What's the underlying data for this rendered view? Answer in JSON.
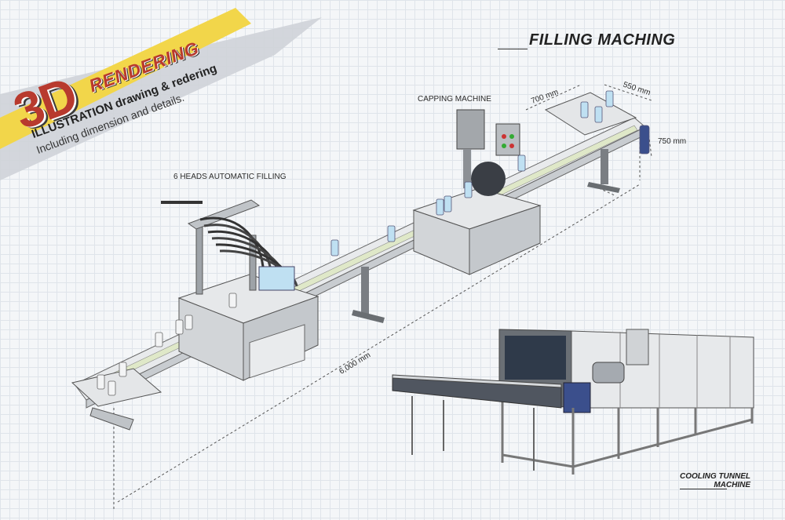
{
  "banner": {
    "badge": "3D",
    "badge_word": "RENDERING",
    "subtitle_line1": "ILLUSTRATION drawing & redering",
    "subtitle_line2": "Including dimension and details."
  },
  "title": "FILLING MACHING",
  "labels": {
    "capping_machine": "CAPPING MACHINE",
    "filling_heads": "6 HEADS  AUTOMATIC FILLING",
    "cooling_tunnel_line1": "COOLING TUNNEL",
    "cooling_tunnel_line2": "MACHINE"
  },
  "dimensions": {
    "width": "700 mm",
    "depth": "550 mm",
    "height": "750 mm",
    "length": "6,000 mm"
  },
  "colors": {
    "banner_yellow": "#f2d64a",
    "banner_gray": "#c9cdd2",
    "badge_red": "#b83a2e",
    "machine_gray": "#d9dcdf",
    "belt_green": "#dfe8c8",
    "bottle_blue": "#bfe0f2",
    "motor_blue": "#3b4f8c"
  }
}
